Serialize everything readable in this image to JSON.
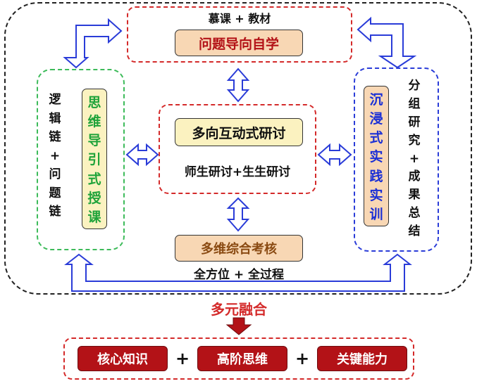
{
  "top": {
    "subtitle": "慕课 + 教材",
    "pill": "问题导向自学"
  },
  "left": {
    "outer_chars": [
      "逻",
      "辑",
      "链",
      "+",
      "问",
      "题",
      "链"
    ],
    "pill_chars": [
      "思",
      "维",
      "导",
      "引",
      "式",
      "授",
      "课"
    ]
  },
  "right": {
    "pill_chars": [
      "沉",
      "浸",
      "式",
      "实",
      "践",
      "实",
      "训"
    ],
    "outer_chars": [
      "分",
      "组",
      "研",
      "究",
      "+",
      "成",
      "果",
      "总",
      "结"
    ]
  },
  "center": {
    "pill": "多向互动式研讨",
    "subtitle": "师生研讨+生生研讨"
  },
  "assessment": {
    "pill": "多维综合考核",
    "subtitle": "全方位 + 全过程"
  },
  "fusion": {
    "title": "多元融合"
  },
  "outcomes": {
    "items": [
      "核心知识",
      "高阶思维",
      "关键能力"
    ],
    "plus": "+"
  },
  "colors": {
    "accent_red": "#b31217",
    "green": "#1fa33a",
    "blue": "#1a2fd6",
    "pill_fill": "#f8d7b4",
    "pill_fill_light": "#fbf2c0"
  }
}
